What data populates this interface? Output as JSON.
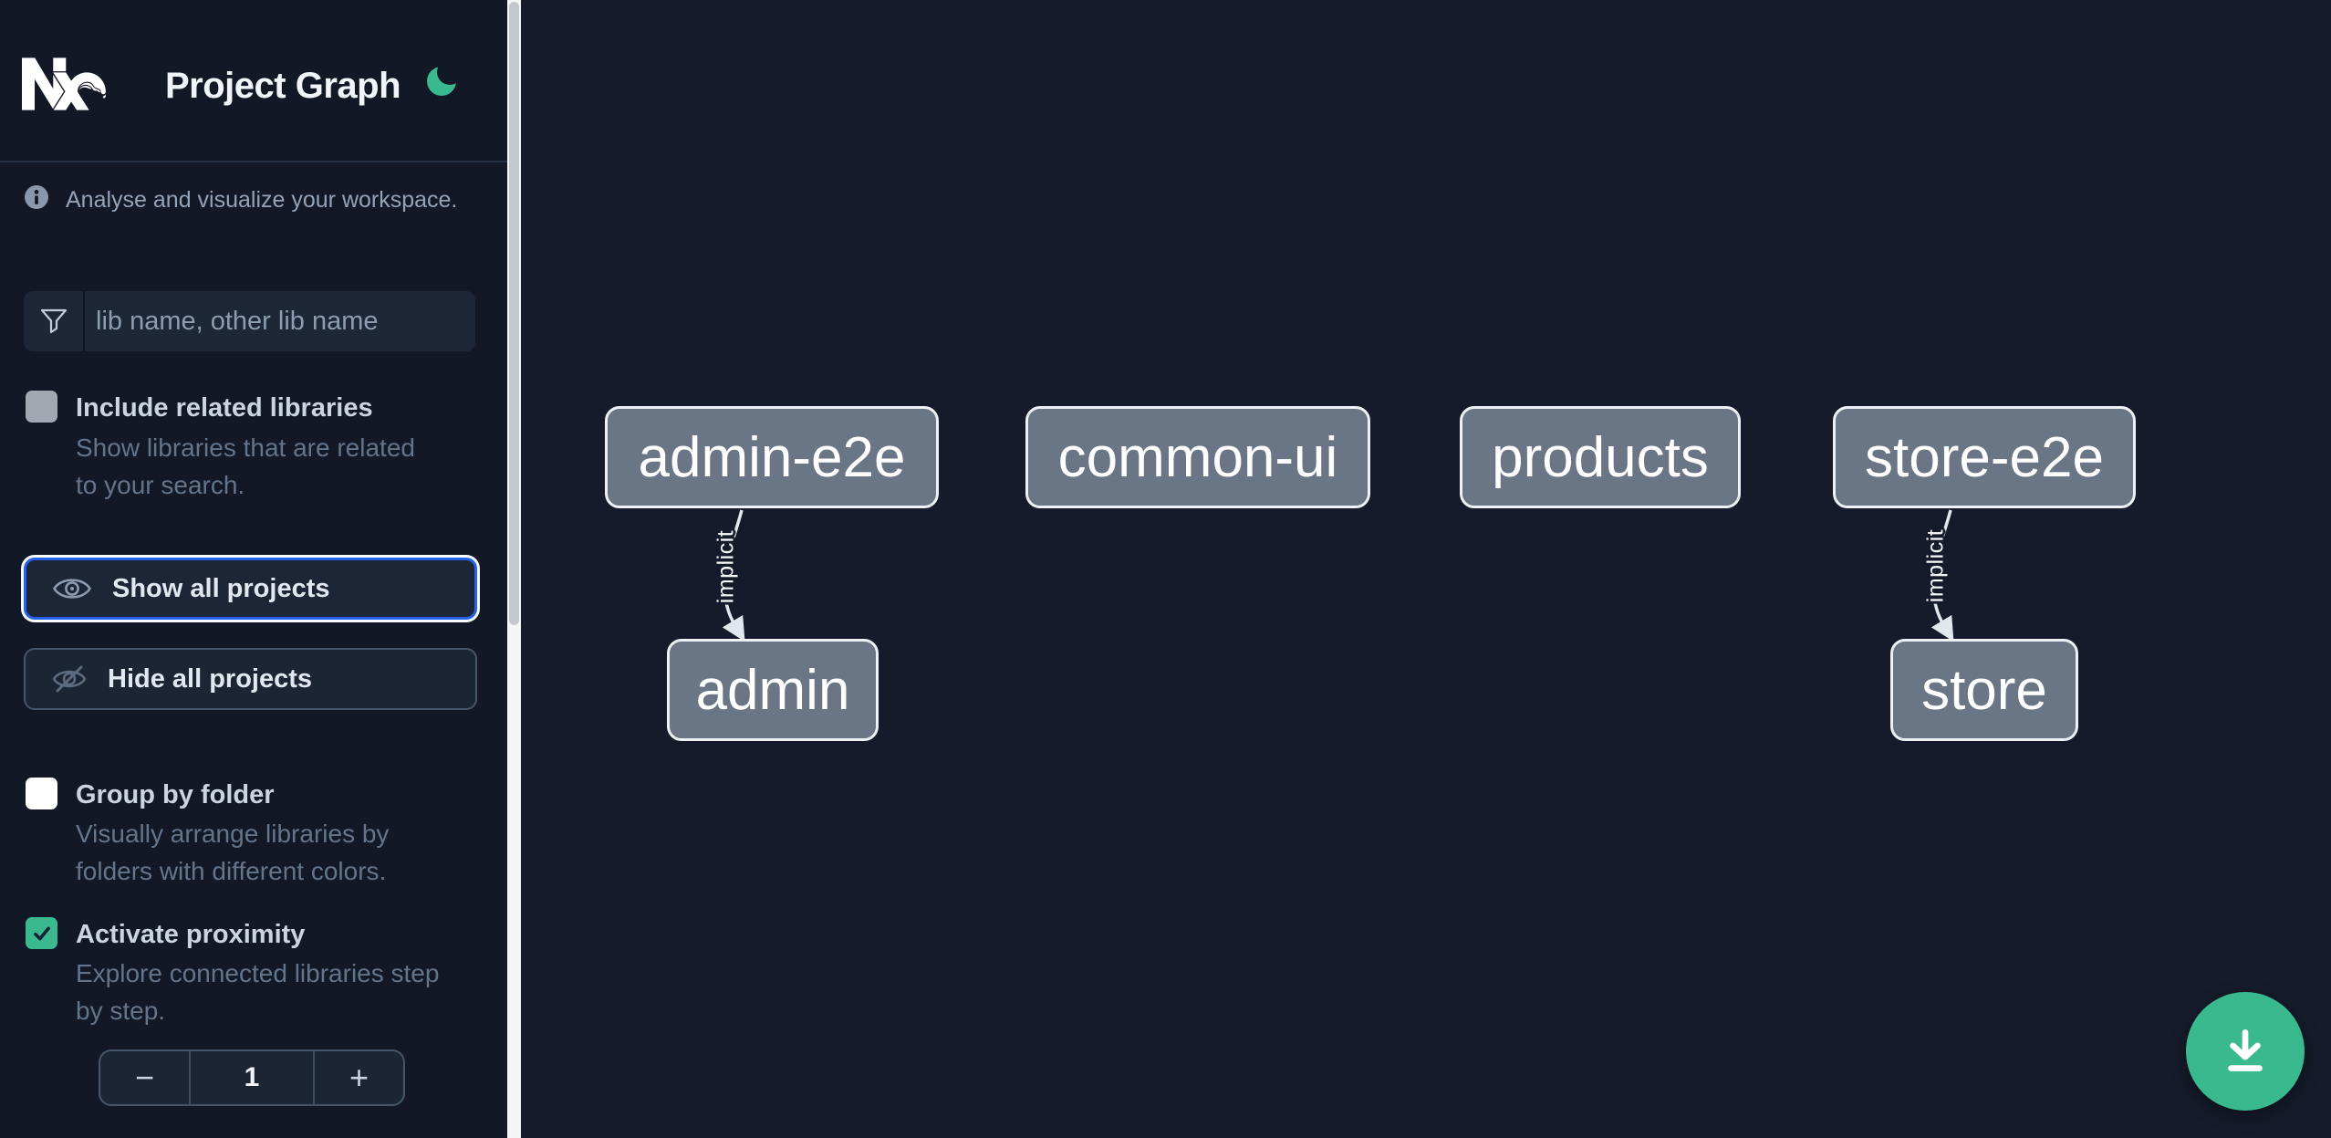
{
  "app": {
    "title": "Project Graph"
  },
  "sidebar": {
    "tagline": "Analyse and visualize your workspace.",
    "filter_placeholder": "lib name, other lib name",
    "filter_value": "",
    "options": {
      "include_related": {
        "label": "Include related libraries",
        "description": "Show libraries that are related to your search.",
        "checked": false
      },
      "group_by_folder": {
        "label": "Group by folder",
        "description": "Visually arrange libraries by folders with different colors.",
        "checked": false
      },
      "activate_proximity": {
        "label": "Activate proximity",
        "description": "Explore connected libraries step by step.",
        "checked": true
      }
    },
    "show_all_label": "Show all projects",
    "hide_all_label": "Hide all projects",
    "stepper": {
      "decrement": "−",
      "value": "1",
      "increment": "+"
    }
  },
  "graph": {
    "nodes": [
      {
        "id": "admin-e2e",
        "label": "admin-e2e"
      },
      {
        "id": "common-ui",
        "label": "common-ui"
      },
      {
        "id": "products",
        "label": "products"
      },
      {
        "id": "store-e2e",
        "label": "store-e2e"
      },
      {
        "id": "admin",
        "label": "admin"
      },
      {
        "id": "store",
        "label": "store"
      }
    ],
    "edges": [
      {
        "from": "admin-e2e",
        "to": "admin",
        "label": "implicit"
      },
      {
        "from": "store-e2e",
        "to": "store",
        "label": "implicit"
      }
    ]
  },
  "colors": {
    "accent_green": "#3ab88e",
    "focus_blue": "#2563eb",
    "node_fill": "#6a7585",
    "node_border": "#eef1f5",
    "sidebar_bg": "#121826",
    "canvas_bg": "#151b2a"
  }
}
